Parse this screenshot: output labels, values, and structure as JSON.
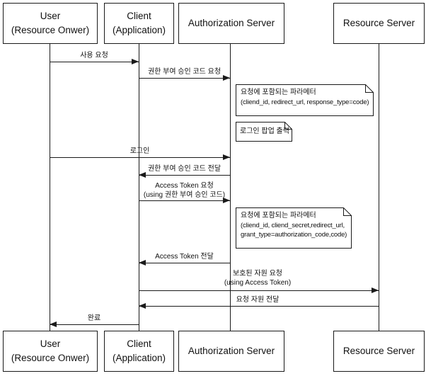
{
  "colors": {
    "line": "#1a1a1a",
    "background": "#ffffff"
  },
  "actors": {
    "user": {
      "line1": "User",
      "line2": "(Resource Onwer)"
    },
    "client": {
      "line1": "Client",
      "line2": "(Application)"
    },
    "auth": {
      "label": "Authorization Server"
    },
    "resource": {
      "label": "Resource Server"
    }
  },
  "messages": {
    "use_request": {
      "label": "사용 요청"
    },
    "auth_code_request": {
      "label": "권한 부여 승인 코드 요청"
    },
    "login": {
      "label": "로그인"
    },
    "auth_code_deliver": {
      "label": "권한 부여 승인 코드 전달"
    },
    "access_token_request": {
      "label1": "Access Token 요청",
      "label2": "(using 권한 부여 승인 코드)"
    },
    "access_token_deliver": {
      "label": "Access Token 전달"
    },
    "protected_resource_request": {
      "label1": "보호된 자원 요청",
      "label2": "(using Access Token)"
    },
    "resource_deliver": {
      "label": "요청 자원 전달"
    },
    "complete": {
      "label": "완료"
    }
  },
  "notes": {
    "request_params_1": {
      "line1": "요청에 포함되는 파라메터",
      "line2": "(cliend_id, redirect_url, response_type=code)"
    },
    "login_popup": {
      "line1": "로그인 팝업 출력"
    },
    "request_params_2": {
      "line1": "요청에 포함되는 파라메터",
      "line2": "(cliend_id, cliend_secret,redirect_url,",
      "line3": "grant_type=authorization_code,code)"
    }
  }
}
